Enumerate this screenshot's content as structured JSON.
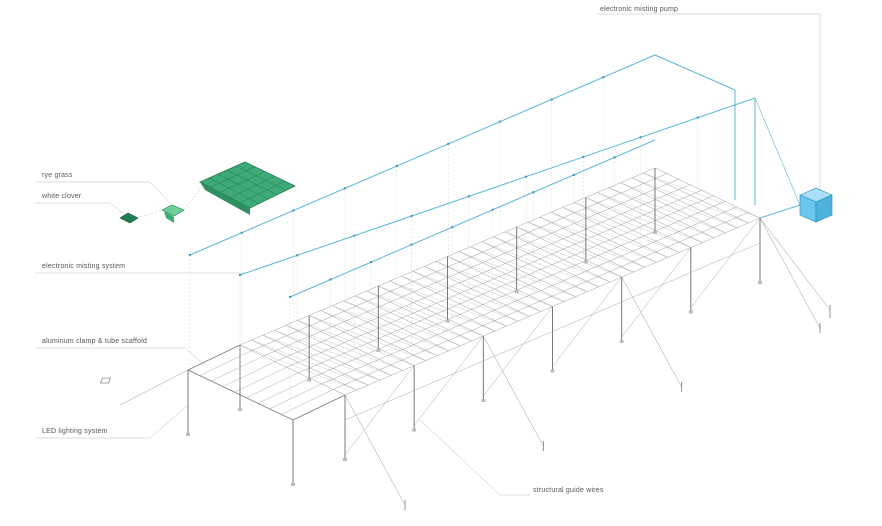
{
  "labels": {
    "pump": "electronic misting pump",
    "rye": "rye grass",
    "clover": "white clover",
    "misting": "electronic misting system",
    "scaffold": "aluminum clamp & tube scaffold",
    "led": "LED lighting system",
    "wires": "structural guide wires"
  },
  "colors": {
    "mist": "#5bb8d6",
    "green": "#3daa78",
    "greenDark": "#1f7d52",
    "pump": "#69c6ee",
    "line": "#9a9a9a"
  }
}
